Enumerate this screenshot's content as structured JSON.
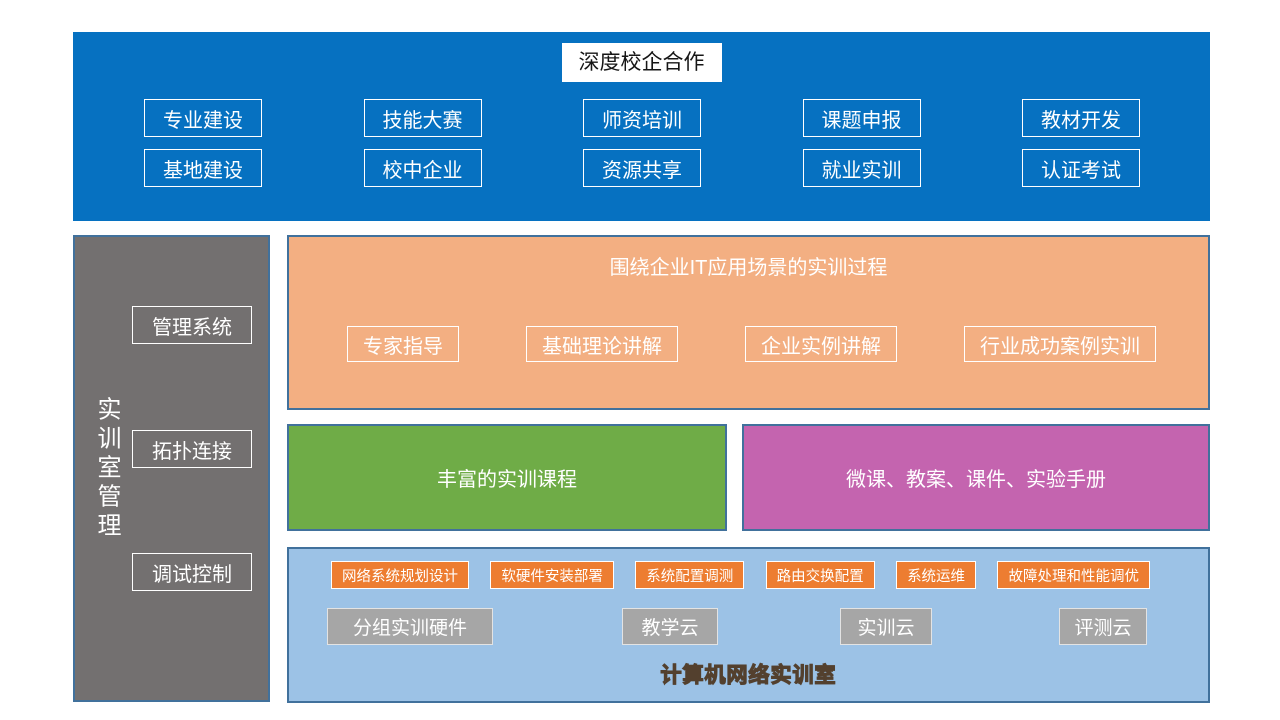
{
  "top_banner": {
    "title": "深度校企合作",
    "row1": [
      "专业建设",
      "技能大赛",
      "师资培训",
      "课题申报",
      "教材开发"
    ],
    "row2": [
      "基地建设",
      "校中企业",
      "资源共享",
      "就业实训",
      "认证考试"
    ]
  },
  "sidebar": {
    "vertical_label": "实训室管理",
    "items": [
      "管理系统",
      "拓扑连接",
      "调试控制"
    ]
  },
  "process_section": {
    "title": "围绕企业IT应用场景的实训过程",
    "items": [
      "专家指导",
      "基础理论讲解",
      "企业实例讲解",
      "行业成功案例实训"
    ]
  },
  "courses_box": {
    "label": "丰富的实训课程"
  },
  "materials_box": {
    "label": "微课、教案、课件、实验手册"
  },
  "lab_section": {
    "skills": [
      "网络系统规划设计",
      "软硬件安装部署",
      "系统配置调测",
      "路由交换配置",
      "系统运维",
      "故障处理和性能调优"
    ],
    "infrastructure": [
      "分组实训硬件",
      "教学云",
      "实训云",
      "评测云"
    ],
    "title": "计算机网络实训室"
  },
  "colors": {
    "banner_blue": "#0671C1",
    "sidebar_gray": "#737070",
    "process_orange": "#F3AF82",
    "skill_orange": "#ED7D31",
    "courses_green": "#6FAC47",
    "materials_purple": "#C464AF",
    "lab_light_blue": "#9CC2E6",
    "infra_gray": "#A6A6A6",
    "section_border": "#41719C"
  }
}
